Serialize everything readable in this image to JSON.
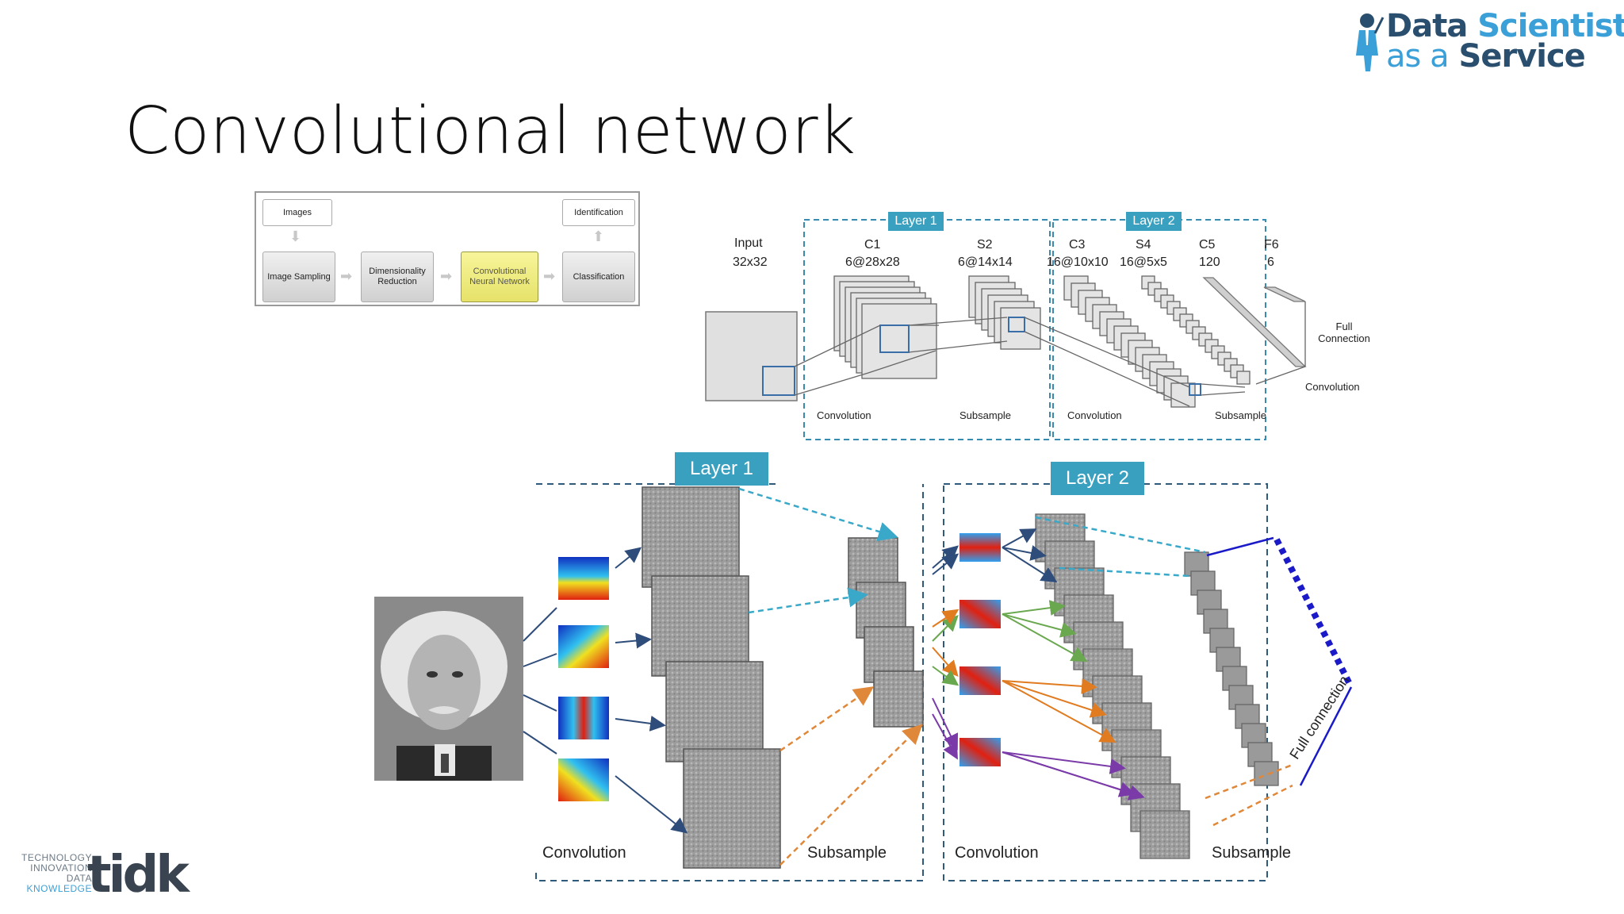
{
  "slide": {
    "title": "Convolutional network"
  },
  "logos": {
    "dsaas": {
      "line1_a": "Data",
      "line1_b": " Scientist",
      "line2_a": "as a",
      "line2_b": " Service"
    },
    "tidk": {
      "lines": [
        "TECHNOLOGY",
        "INNOVATION",
        "DATA",
        "KNOWLEDGE"
      ],
      "mark": "tidk"
    }
  },
  "pipeline": {
    "images": "Images",
    "image_sampling": "Image Sampling",
    "dim_reduction": "Dimensionality Reduction",
    "cnn": "Convolutional Neural Network",
    "classification": "Classification",
    "identification": "Identification"
  },
  "top_diagram": {
    "layer1_tag": "Layer 1",
    "layer2_tag": "Layer 2",
    "input": "Input",
    "input_size": "32x32",
    "c1": "C1",
    "c1_size": "6@28x28",
    "s2": "S2",
    "s2_size": "6@14x14",
    "c3": "C3",
    "c3_size": "16@10x10",
    "s4": "S4",
    "s4_size": "16@5x5",
    "c5": "C5",
    "c5_size": "120",
    "f6": "F6",
    "f6_size": "6",
    "convolution_1": "Convolution",
    "subsample_1": "Subsample",
    "convolution_2": "Convolution",
    "subsample_2": "Subsample",
    "full_connection": "Full Connection",
    "convolution_3": "Convolution"
  },
  "bottom_diagram": {
    "layer1_tag": "Layer 1",
    "layer2_tag": "Layer 2",
    "convolution_1": "Convolution",
    "subsample_1": "Subsample",
    "convolution_2": "Convolution",
    "subsample_2": "Subsample",
    "full_connection": "Full connection"
  },
  "colors": {
    "layer_tag": "#3aa0c0",
    "arrow_navy": "#2f4d7a",
    "arrow_dashed_cyan": "#3aa8c8",
    "arrow_dashed_orange": "#e0883a",
    "arrow_green": "#6aa84f",
    "arrow_orange": "#e07b20",
    "arrow_purple": "#7a3aa8",
    "fc_blue": "#1a1ac8"
  }
}
